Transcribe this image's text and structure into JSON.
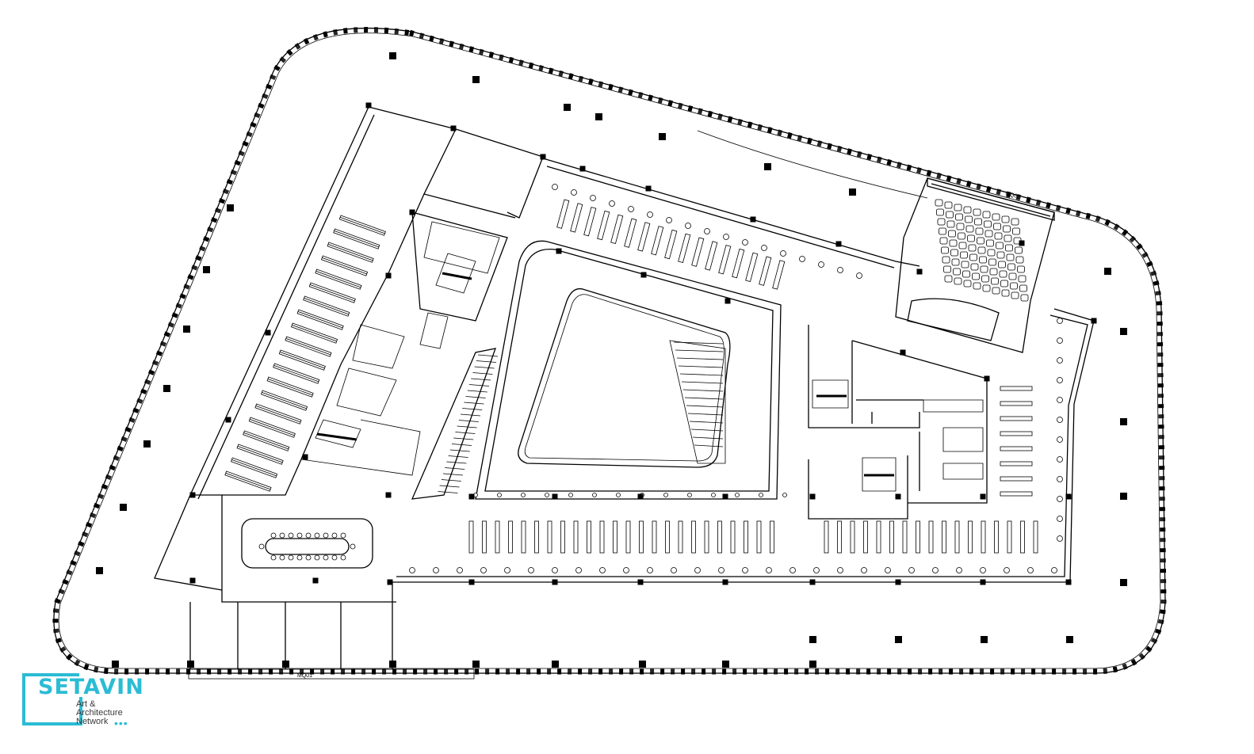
{
  "plan": {
    "labels": {
      "curtain_wall_south": "MQ01",
      "curtain_wall_north": "MQ02"
    }
  },
  "logo": {
    "wordmark": "SETAVIN",
    "line1": "Art &",
    "line2": "Architecture",
    "line3": "Network",
    "dots": "•••",
    "brand_color": "#2bbcd4"
  }
}
